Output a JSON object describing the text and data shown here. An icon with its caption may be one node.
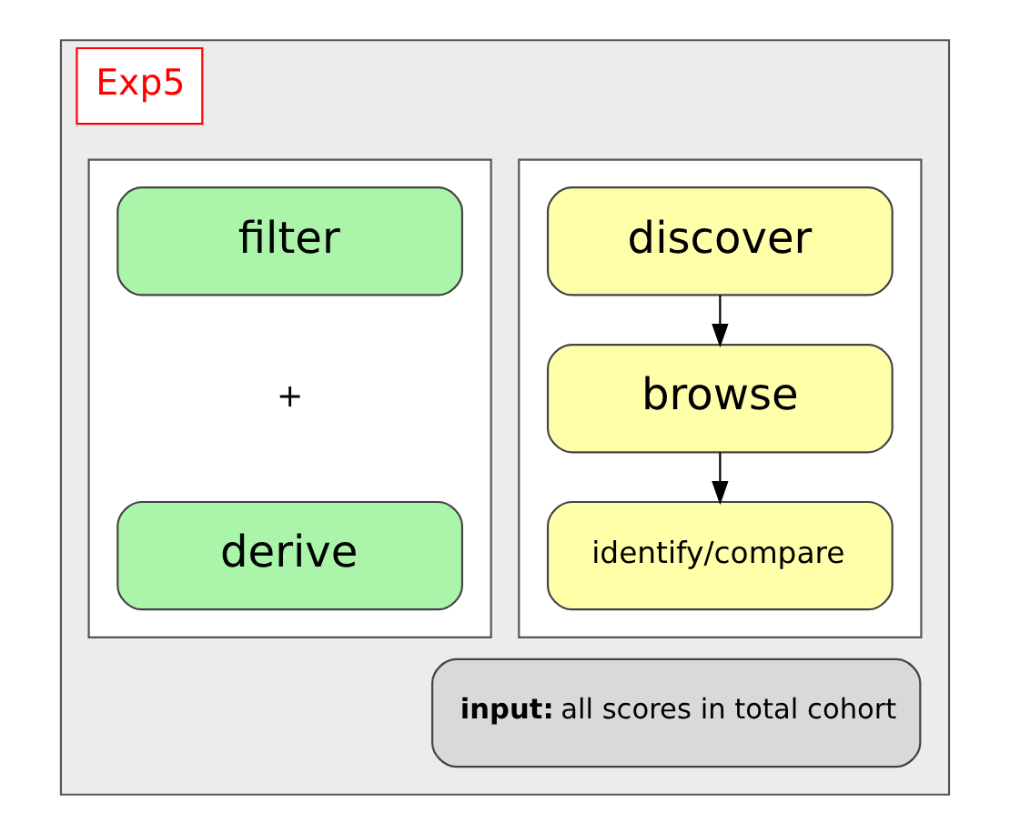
{
  "diagram": {
    "nodes": [
      {
        "text": [
          "Exp5"
        ]
      },
      {
        "text": [],
        "shape": "box",
        "in": 0
      },
      {
        "text": [
          "discover"
        ],
        "in": 1
      },
      {
        "text": [
          "browse"
        ],
        "in": 1
      },
      {
        "text": [
          "identify/compare"
        ],
        "in": 1
      },
      {
        "text": [],
        "shape": "box",
        "in": 0
      },
      {
        "text": [
          "filter"
        ],
        "in": 5
      },
      {
        "text": [
          "derive"
        ],
        "in": 5
      },
      {
        "text": [
          "**input:** all scores in total cohort"
        ],
        "in": 0
      }
    ],
    "edges": [
      {
        "from": 2,
        "to": 3,
        "arrow": "to"
      },
      {
        "from": 3,
        "to": 4,
        "arrow": "to"
      }
    ],
    "labels": [
      "+"
    ]
  }
}
